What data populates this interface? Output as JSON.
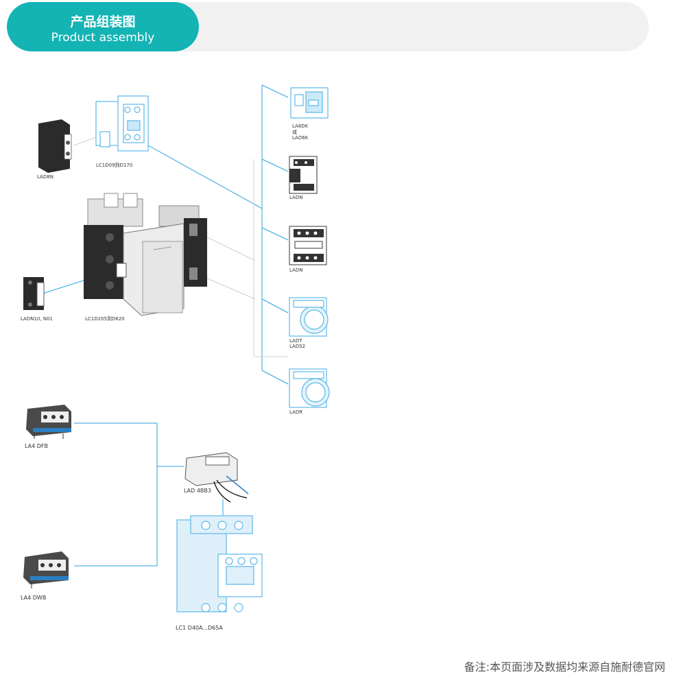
{
  "header": {
    "title_cn": "产品组装图",
    "title_en": "Product assembly"
  },
  "colors": {
    "accent": "#14b3b4",
    "line": "#2aa3df",
    "part_blue": "#5bb8e8",
    "part_dark": "#2b2b2b"
  },
  "labels": {
    "lad8n": "LAD8N",
    "lc1d09_d170": "LC1D09到D170",
    "lad6k_line1": "LA6DK",
    "lad6k_line2": "或",
    "lad6k_line3": "LAD6K",
    "ladn_1": "LADN",
    "ladn_2": "LADN",
    "ladt_line1": "LADT",
    "ladt_line2": "LADS2",
    "ladr": "LADR",
    "ladn10_n01": "LADN10, N01",
    "lc1d205_d620": "LC1D205到D620",
    "la4dfb": "LA4 DFB",
    "la4dwb": "LA4 DWB",
    "lad4bb3": "LAD 4BB3",
    "lc1d40a_d65a": "LC1 D40A...D65A"
  },
  "footnote": "备注:本页面涉及数据均来源自施耐德官网"
}
